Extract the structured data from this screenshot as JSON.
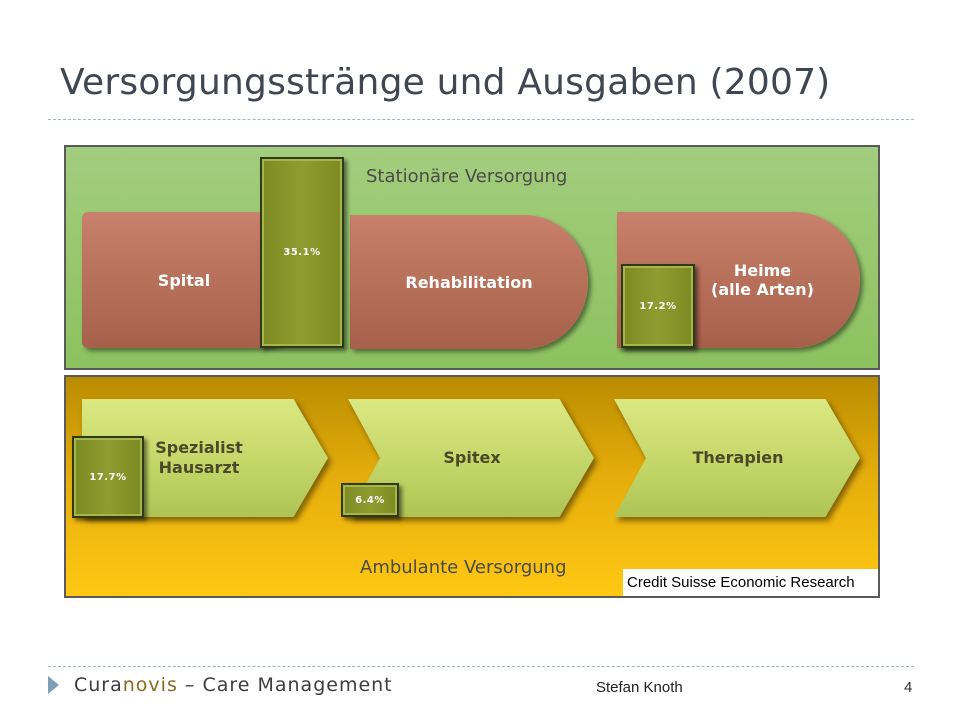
{
  "title": "Versorgungsstränge und Ausgaben (2007)",
  "inpatient": {
    "label": "Stationäre Versorgung",
    "spital": "Spital",
    "rehabilitation": "Rehabilitation",
    "heime_line1": "Heime",
    "heime_line2": "(alle Arten)",
    "bar_spital_rehab": "35.1%",
    "bar_heime": "17.2%"
  },
  "outpatient": {
    "label": "Ambulante Versorgung",
    "spezialist_line1": "Spezialist",
    "spezialist_line2": "Hausarzt",
    "spitex": "Spitex",
    "therapien": "Therapien",
    "bar_spezialist": "17.7%",
    "bar_spitex": "6.4%"
  },
  "credit": "Credit Suisse Economic Research",
  "footer": {
    "brand_part1": "Cura",
    "brand_part2": "novis",
    "brand_part3": " – Care Management",
    "author": "Stefan Knoth",
    "page_number": "4"
  },
  "colors": {
    "inpatient_panel": "#8cc25f",
    "outpatient_panel": "#ffc813",
    "inpatient_shapes": "#b7705a",
    "outpatient_chevrons": "#c6d86a",
    "bars": "#7c8a22"
  }
}
